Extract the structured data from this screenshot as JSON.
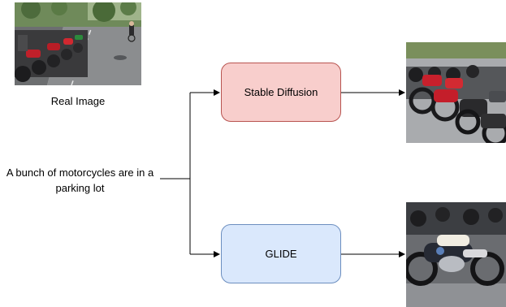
{
  "real_image": {
    "caption": "Real Image",
    "alt": "Street lined with parked motorcycles and a cyclist"
  },
  "prompt": {
    "text": "A bunch of motorcycles are in a parking lot"
  },
  "models": [
    {
      "label": "Stable Diffusion",
      "fill": "#f8cecc",
      "stroke": "#b85450",
      "output_alt": "Generated image of red and black motorcycles in a parking lot"
    },
    {
      "label": "GLIDE",
      "fill": "#dae8fc",
      "stroke": "#6c8ebf",
      "output_alt": "Generated image of a close-up vintage motorcycle among parked bikes"
    }
  ],
  "colors": {
    "arrow": "#000000"
  }
}
